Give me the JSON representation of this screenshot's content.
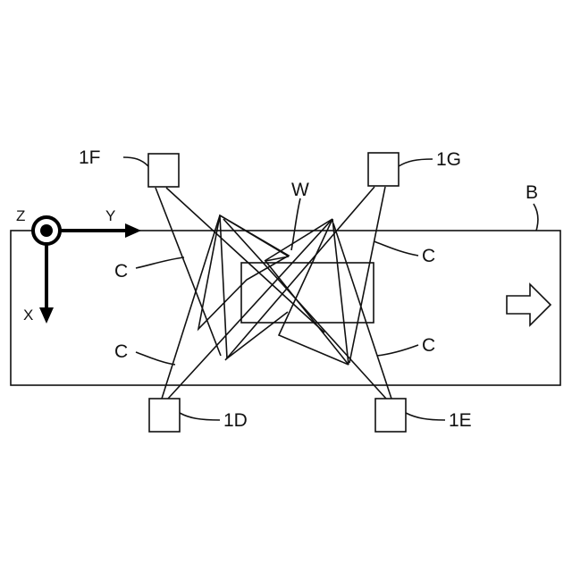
{
  "labels": {
    "camera_1f": "1F",
    "camera_1g": "1G",
    "camera_1d": "1D",
    "camera_1e": "1E",
    "workpiece": "W",
    "belt": "B",
    "field_c": "C",
    "axis_z": "Z",
    "axis_y": "Y",
    "axis_x": "X"
  },
  "colors": {
    "line": "#111111",
    "background": "#ffffff"
  }
}
